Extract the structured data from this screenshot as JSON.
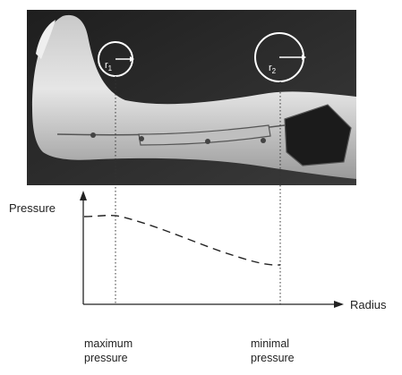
{
  "photo": {
    "description_icon": "leg-with-compression-sleeve-photo",
    "markers": [
      {
        "label": "r",
        "subscript": "1"
      },
      {
        "label": "r",
        "subscript": "2"
      }
    ]
  },
  "graph": {
    "y_axis_label": "Pressure",
    "x_axis_label": "Radius",
    "curve_style": "dashed",
    "trend": "pressure decreases from maximum at r1 to minimal at r2"
  },
  "annotations": {
    "max_line1": "maximum",
    "max_line2": "pressure",
    "min_line1": "minimal",
    "min_line2": "pressure"
  },
  "colors": {
    "photo_background": "#2a2a2a",
    "leg": "#d9d9d9",
    "marker_stroke": "#ffffff",
    "line": "#222222"
  }
}
